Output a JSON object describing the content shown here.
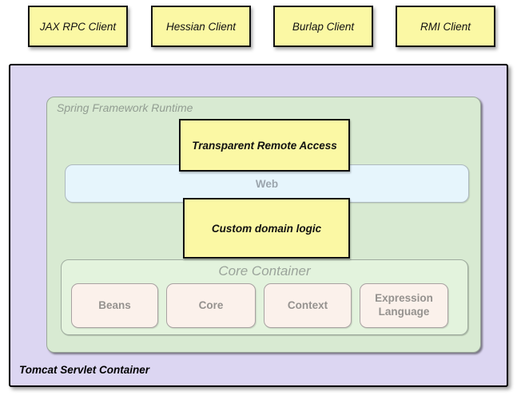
{
  "diagram": {
    "clients": [
      {
        "label": "JAX RPC Client"
      },
      {
        "label": "Hessian Client"
      },
      {
        "label": "Burlap Client"
      },
      {
        "label": "RMI Client"
      }
    ],
    "tomcat": {
      "label": "Tomcat Servlet Container"
    },
    "spring_runtime": {
      "label": "Spring Framework Runtime"
    },
    "remote_access": {
      "label": "Transparent Remote Access"
    },
    "web": {
      "label": "Web"
    },
    "domain_logic": {
      "label": "Custom domain logic"
    },
    "core": {
      "title": "Core Container",
      "modules": [
        {
          "label": "Beans"
        },
        {
          "label": "Core"
        },
        {
          "label": "Context"
        },
        {
          "label": "Expression Language"
        }
      ]
    },
    "colors": {
      "client_fill": "#FBF8A4",
      "tomcat_fill": "#DCD6F2",
      "runtime_fill": "#D8EAD2",
      "core_fill": "#E3F3DD",
      "web_fill": "#E6F5FC",
      "module_fill": "#FBF1EB",
      "box_border": "#111111",
      "muted_text": "#97A097"
    }
  }
}
